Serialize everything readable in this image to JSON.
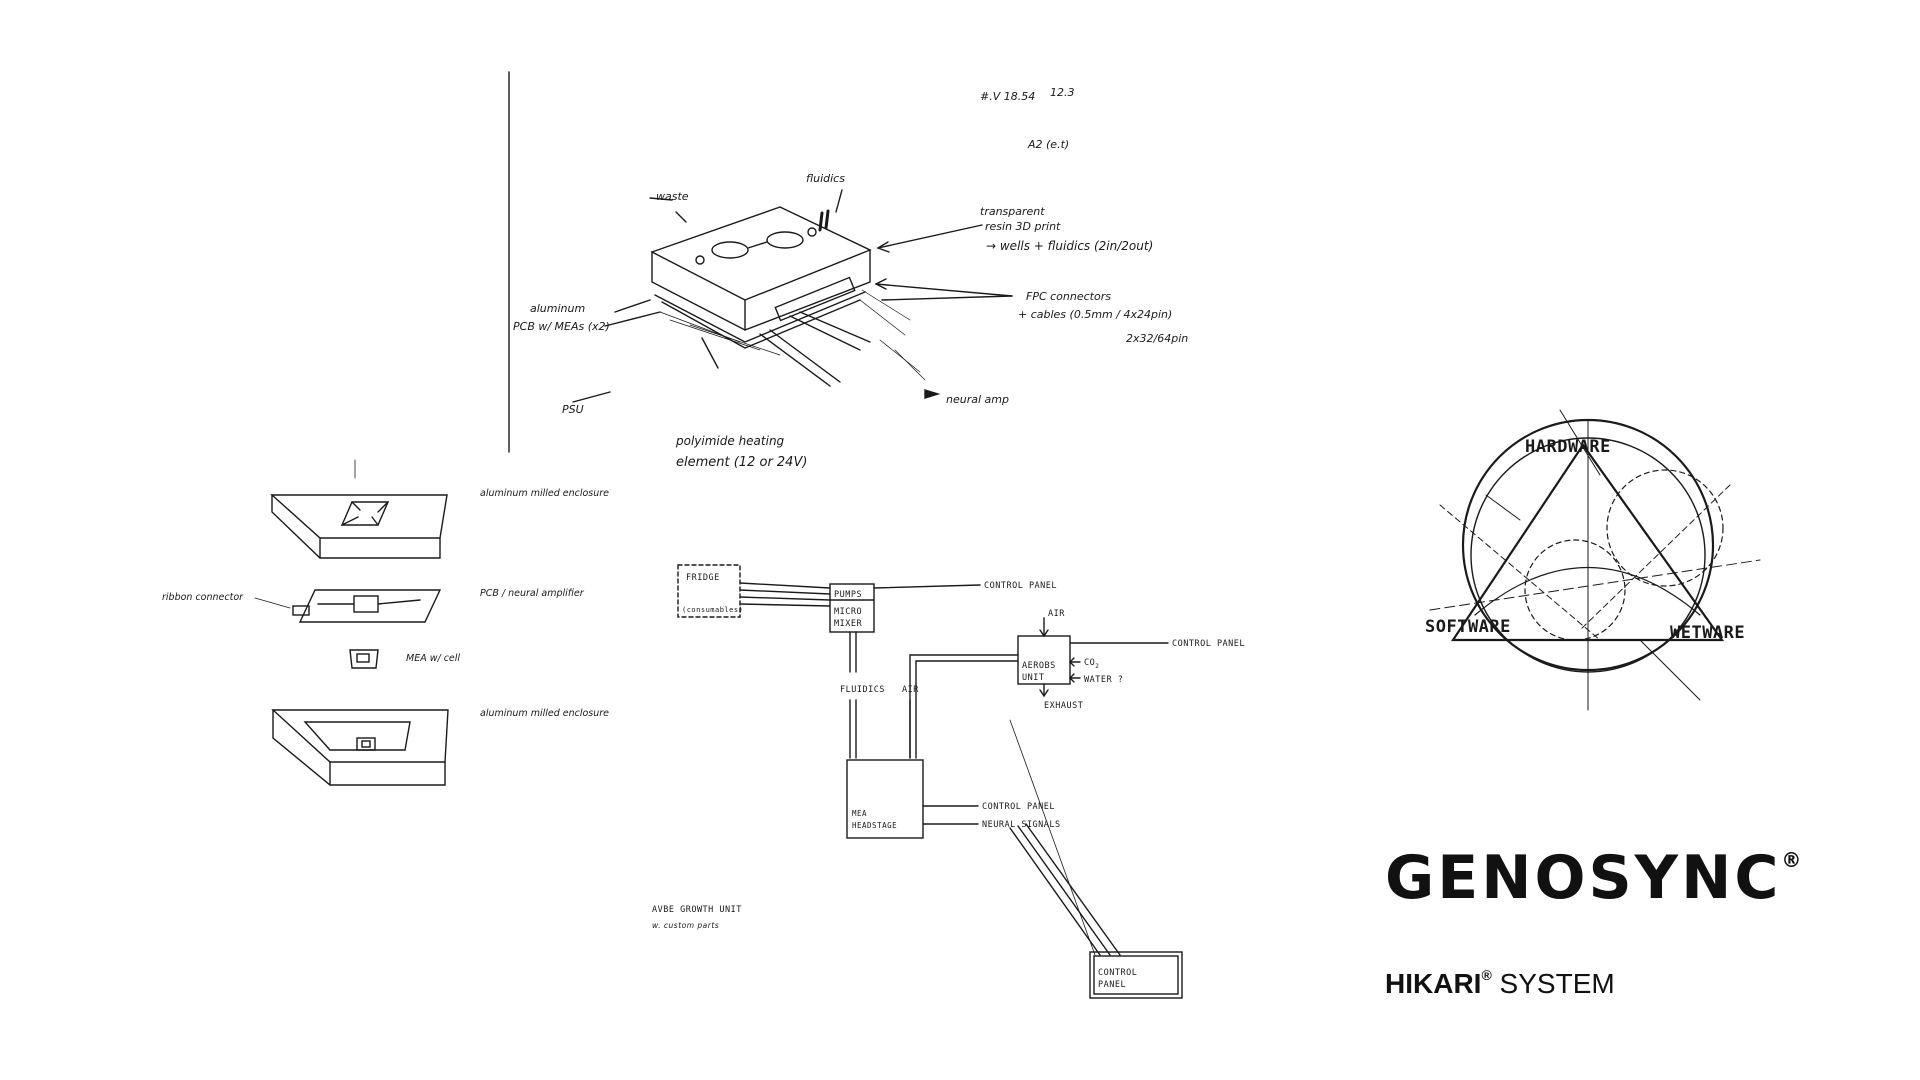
{
  "top_sketch": {
    "notes": [
      "#.V 18.54",
      "12.3",
      "A2 (e.t)"
    ],
    "labels": {
      "waste": "waste",
      "fluidics": "fluidics",
      "transparent": "transparent",
      "resin": "resin 3D print",
      "wells": "→ wells + fluidics (2in/2out)",
      "aluminum": "aluminum",
      "pcb": "PCB w/ MEAs (x2)",
      "fpc": "FPC connectors",
      "cables": "+ cables (0.5mm / 4x24pin)",
      "pin": "2x32/64pin",
      "psu": "PSU",
      "polyimide": "polyimide heating",
      "element": "element (12 or 24V)",
      "neural_amp": "neural amp"
    }
  },
  "exploded_view": {
    "aluminum_top": "aluminum milled enclosure",
    "ribbon": "ribbon connector",
    "pcb_amp": "PCB / neural amplifier",
    "mea": "MEA w/ cell",
    "aluminum_bottom": "aluminum milled enclosure"
  },
  "flow_diagram": {
    "fridge": "FRIDGE",
    "consumables": "(consumables)",
    "pumps": "PUMPS",
    "micro": "MICRO",
    "mixer": "MIXER",
    "control_panel_1": "CONTROL PANEL",
    "air_top": "AIR",
    "aerobs": "AEROBS",
    "unit": "UNIT",
    "co2": "CO",
    "co2_sub": "2",
    "water": "WATER ?",
    "exhaust": "EXHAUST",
    "control_panel_2": "CONTROL PANEL",
    "fluidics": "FLUIDICS",
    "air": "AIR",
    "mea": "MEA",
    "headstage": "HEADSTAGE",
    "control_panel_3": "CONTROL PANEL",
    "neural_signals": "NEURAL SIGNALS",
    "growth_unit": "AVBE GROWTH UNIT",
    "growth_sub": "w. custom parts",
    "control_box_1": "CONTROL",
    "control_box_2": "PANEL"
  },
  "triad": {
    "hardware": "HARDWARE",
    "software": "SOFTWARE",
    "wetware": "WETWARE"
  },
  "brand": {
    "name": "GENOSYNC",
    "reg": "®",
    "system_bold": "HIKARI",
    "system_reg": "®",
    "system_rest": " SYSTEM"
  }
}
